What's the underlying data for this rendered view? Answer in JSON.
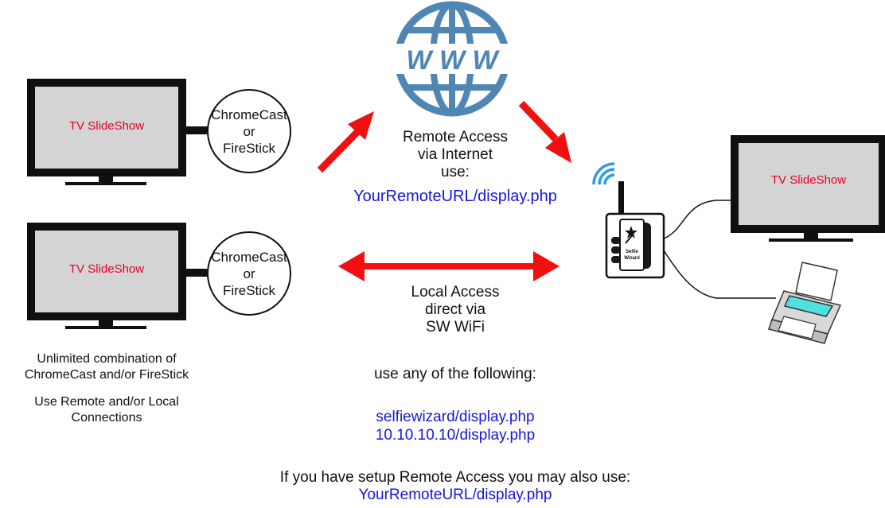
{
  "tv_label": "TV SlideShow",
  "dongle": {
    "line1": "ChromeCast",
    "line2": "or",
    "line3": "FireStick"
  },
  "www_label": "W W W",
  "device_label": {
    "line1": "Selfie",
    "line2": "Wizard"
  },
  "remote": {
    "line1": "Remote Access",
    "line2": "via Internet",
    "line3": "use:",
    "url": "YourRemoteURL/display.php"
  },
  "local": {
    "line1": "Local Access",
    "line2": "direct via",
    "line3": "SW WiFi",
    "use_any": "use any of the following:",
    "url1": "selfiewizard/display.php",
    "url2": "10.10.10.10/display.php"
  },
  "left_note": {
    "line1": "Unlimited combination of",
    "line2": "ChromeCast and/or FireStick",
    "line3": "Use Remote and/or Local",
    "line4": "Connections"
  },
  "footer": {
    "line1": "If you have setup Remote Access you may also use:",
    "url": "YourRemoteURL/display.php"
  },
  "colors": {
    "arrow": "#f01010",
    "globe": "#4f86b3",
    "link": "#1515e0",
    "tv_label": "#e8002a",
    "screen": "#d4d4d4"
  }
}
